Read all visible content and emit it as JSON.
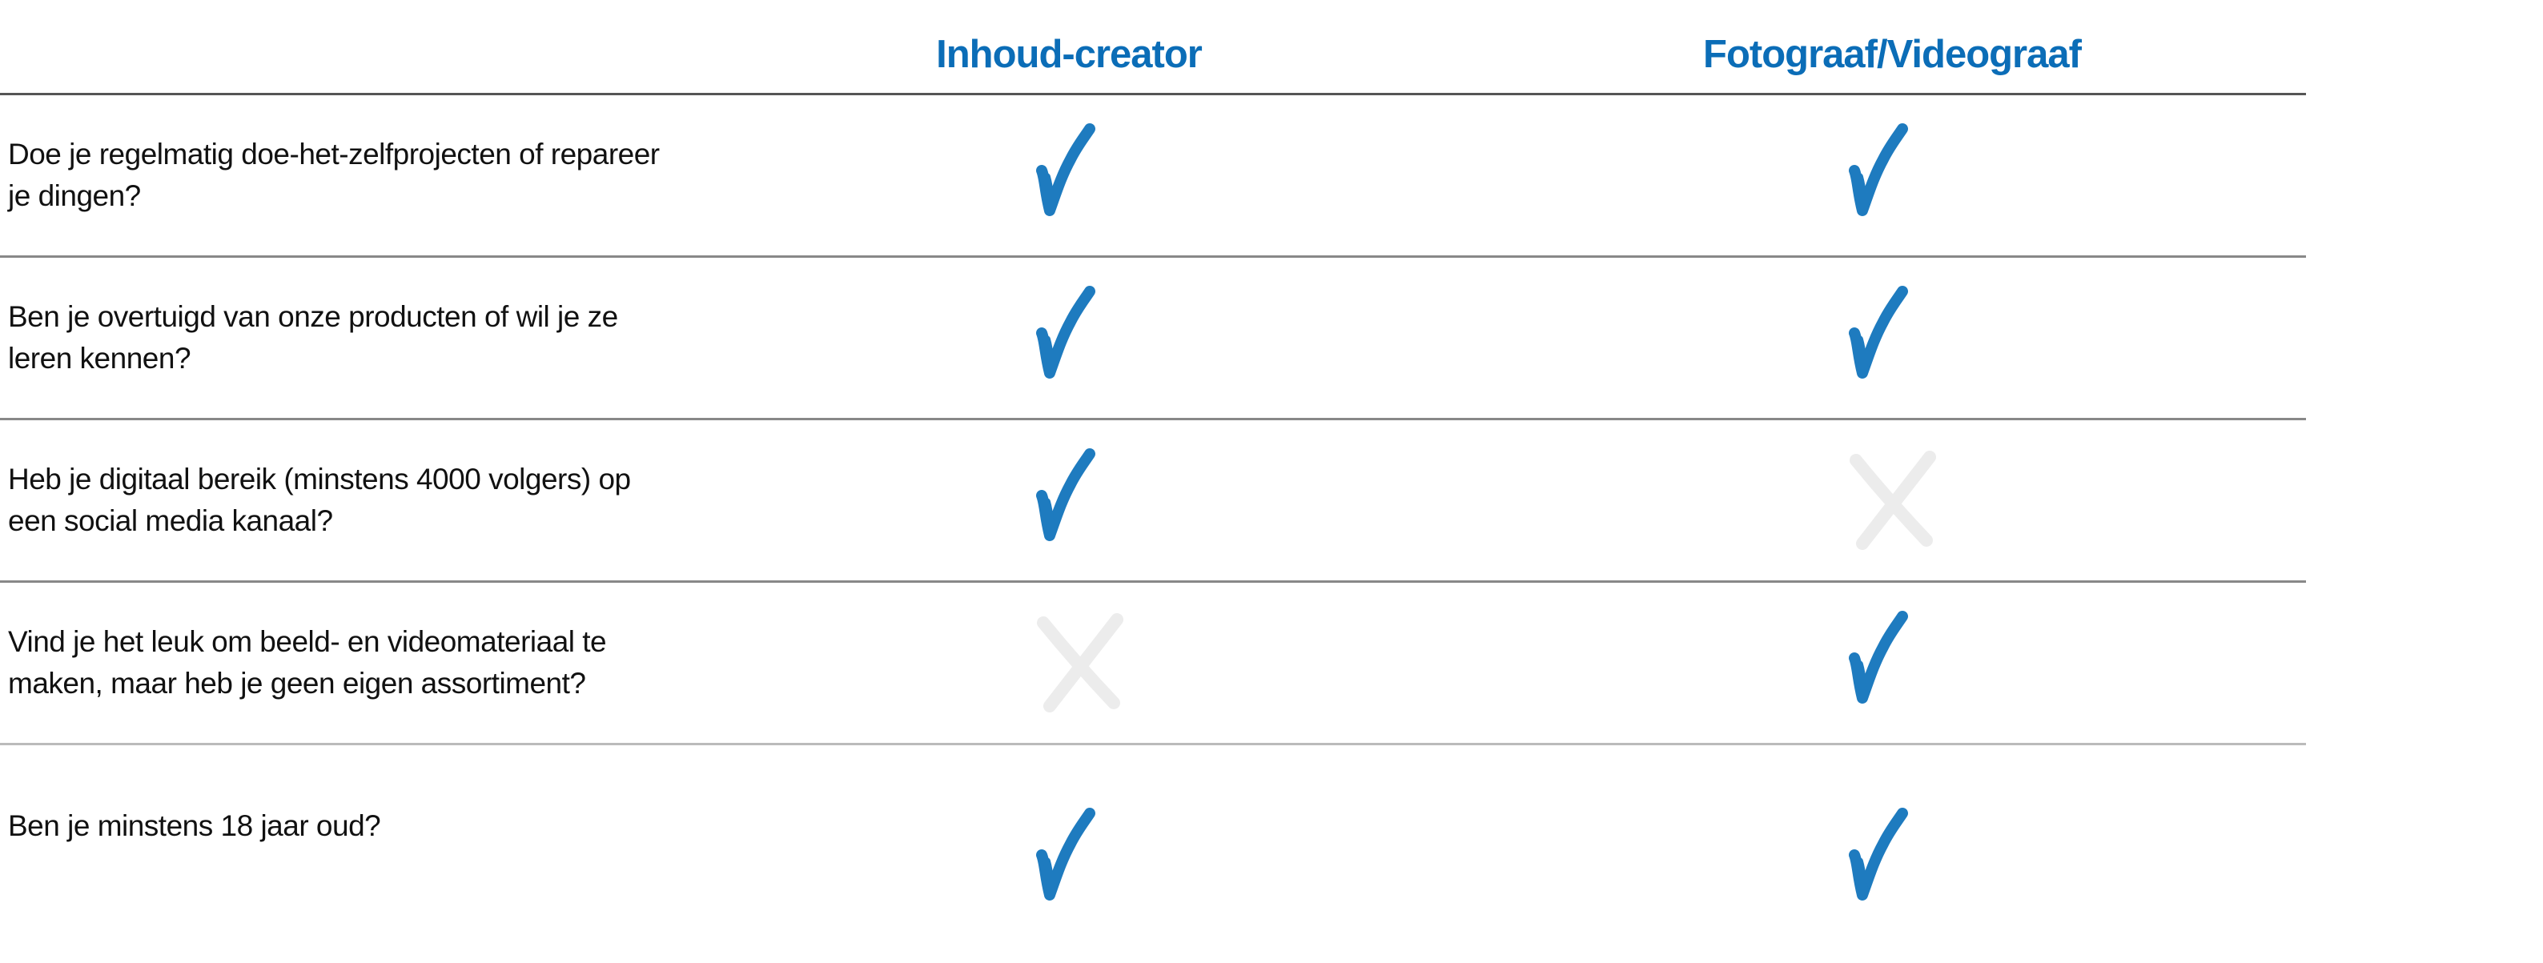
{
  "columns": [
    "Inhoud-creator",
    "Fotograaf/Videograaf"
  ],
  "colors": {
    "header": "#0b6db7",
    "check": "#1e7bbf",
    "cross": "#ececec"
  },
  "rows": [
    {
      "question": "Doe je regelmatig doe-het-zelfprojecten of repareer je dingen?",
      "values": [
        "check",
        "check"
      ]
    },
    {
      "question": "Ben je overtuigd van onze producten of wil je ze leren kennen?",
      "values": [
        "check",
        "check"
      ]
    },
    {
      "question": "Heb je digitaal bereik (minstens 4000 volgers) op een social media kanaal?",
      "values": [
        "check",
        "cross"
      ]
    },
    {
      "question": "Vind je het leuk om beeld- en videomateriaal te maken, maar heb je geen eigen assortiment?",
      "values": [
        "cross",
        "check"
      ]
    },
    {
      "question": "Ben je minstens 18 jaar oud?",
      "values": [
        "check",
        "check"
      ]
    }
  ]
}
